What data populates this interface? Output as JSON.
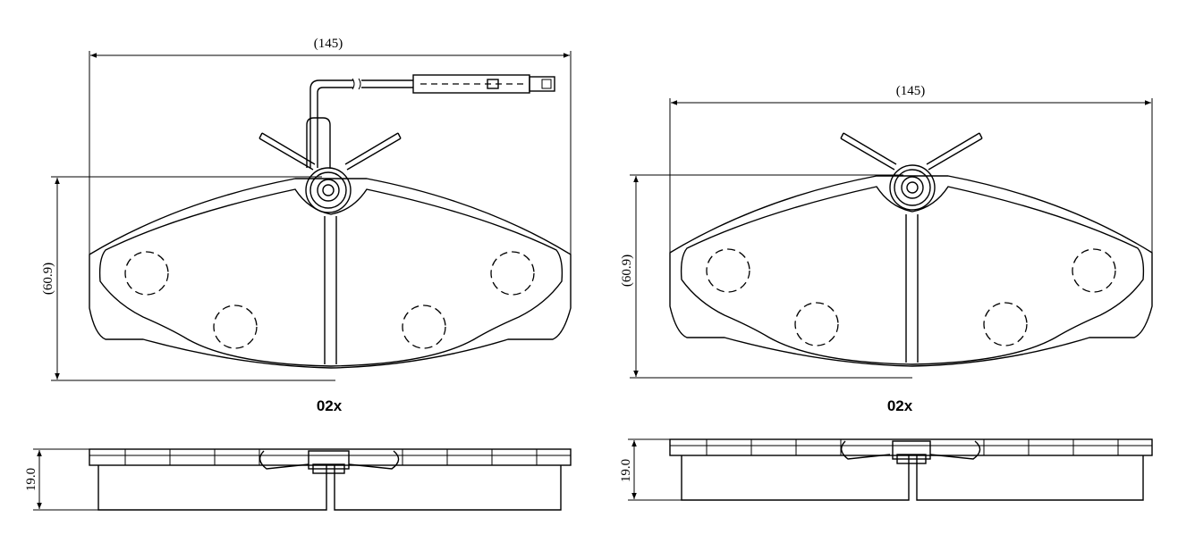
{
  "left_view": {
    "width_dim": "(145)",
    "height_dim": "(60.9)",
    "code": "02x",
    "thickness_dim": "19.0"
  },
  "right_view": {
    "width_dim": "(145)",
    "height_dim": "(60.9)",
    "code": "02x",
    "thickness_dim": "19.0"
  }
}
